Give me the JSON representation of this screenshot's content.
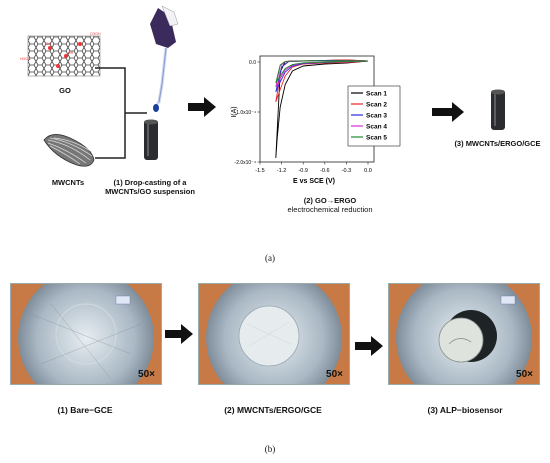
{
  "panel_a": {
    "caption": "(a)",
    "go_label": "GO",
    "mwcnt_label": "MWCNTs",
    "step1_line1": "(1) Drop-casting of a",
    "step1_line2": "MWCNTs/GO suspension",
    "step2_line1": "(2) GO→ERGO",
    "step2_line2": "electrochemical reduction",
    "step3_label": "(3) MWCNTs/ERGO/GCE",
    "go_group_labels": [
      "COOH",
      "HOOC",
      "OH",
      "OH"
    ]
  },
  "panel_b": {
    "caption": "(b)",
    "labels": [
      "(1) Bare−GCE",
      "(2) MWCNTs/ERGO/GCE",
      "(3) ALP−biosensor"
    ],
    "magnification": "50×"
  },
  "chart_data": {
    "type": "line",
    "xlabel": "E vs SCE (V)",
    "ylabel": "I(A)",
    "xlim": [
      -1.5,
      0.0
    ],
    "ylim": [
      -0.0002,
      0.0
    ],
    "xticks": [
      "-1.5",
      "-1.2",
      "-0.9",
      "-0.6",
      "-0.3",
      "0.0"
    ],
    "yticks": [
      "0.0",
      "-1.0x10⁻⁴",
      "-2.0x10⁻⁴"
    ],
    "legend_position": "right",
    "series": [
      {
        "name": "Scan 1",
        "color": "#000000",
        "forward": [
          [
            -1.28,
            -0.000192
          ],
          [
            -1.26,
            -0.00015
          ],
          [
            -1.22,
            -9e-05
          ],
          [
            -1.15,
            -4.5e-05
          ],
          [
            -1.05,
            -1.8e-05
          ],
          [
            -0.9,
            -8e-06
          ],
          [
            -0.6,
            -4e-06
          ],
          [
            -0.3,
            -2e-06
          ],
          [
            0.0,
            2e-06
          ]
        ],
        "reverse": [
          [
            0.0,
            5e-06
          ],
          [
            -0.3,
            4e-06
          ],
          [
            -0.6,
            3e-06
          ],
          [
            -0.9,
            2e-06
          ],
          [
            -1.05,
            1.5e-06
          ],
          [
            -1.15,
            1e-06
          ],
          [
            -1.22,
            -2e-05
          ],
          [
            -1.28,
            -0.000192
          ]
        ]
      },
      {
        "name": "Scan 2",
        "color": "#e8262c",
        "forward": [
          [
            -1.28,
            -8e-05
          ],
          [
            -1.22,
            -5.5e-05
          ],
          [
            -1.15,
            -2.8e-05
          ],
          [
            -1.05,
            -1e-05
          ],
          [
            -0.9,
            -4e-06
          ],
          [
            -0.6,
            -2e-06
          ],
          [
            -0.3,
            -1e-06
          ],
          [
            0.0,
            2e-06
          ]
        ],
        "reverse": [
          [
            0.0,
            4e-06
          ],
          [
            -0.3,
            4e-06
          ],
          [
            -0.6,
            3e-06
          ],
          [
            -0.9,
            2.5e-06
          ],
          [
            -1.1,
            2e-06
          ],
          [
            -1.2,
            -1e-05
          ],
          [
            -1.28,
            -8e-05
          ]
        ]
      },
      {
        "name": "Scan 3",
        "color": "#2a2ad8",
        "forward": [
          [
            -1.28,
            -6e-05
          ],
          [
            -1.22,
            -4e-05
          ],
          [
            -1.15,
            -2e-05
          ],
          [
            -1.05,
            -8e-06
          ],
          [
            -0.9,
            -3e-06
          ],
          [
            -0.6,
            -1e-06
          ],
          [
            0.0,
            2e-06
          ]
        ],
        "reverse": [
          [
            0.0,
            4e-06
          ],
          [
            -0.6,
            3e-06
          ],
          [
            -0.9,
            2e-06
          ],
          [
            -1.1,
            1e-06
          ],
          [
            -1.2,
            -1e-05
          ],
          [
            -1.28,
            -6e-05
          ]
        ]
      },
      {
        "name": "Scan 4",
        "color": "#d531d5",
        "forward": [
          [
            -1.28,
            -5e-05
          ],
          [
            -1.22,
            -3.3e-05
          ],
          [
            -1.15,
            -1.6e-05
          ],
          [
            -1.05,
            -6e-06
          ],
          [
            -0.9,
            -2e-06
          ],
          [
            0.0,
            2e-06
          ]
        ],
        "reverse": [
          [
            0.0,
            4e-06
          ],
          [
            -0.9,
            2e-06
          ],
          [
            -1.15,
            1e-06
          ],
          [
            -1.22,
            -8e-06
          ],
          [
            -1.28,
            -5e-05
          ]
        ]
      },
      {
        "name": "Scan 5",
        "color": "#1f8a2e",
        "forward": [
          [
            -1.28,
            -4.2e-05
          ],
          [
            -1.22,
            -2.8e-05
          ],
          [
            -1.15,
            -1.3e-05
          ],
          [
            -1.05,
            -5e-06
          ],
          [
            -0.9,
            -1.5e-06
          ],
          [
            0.0,
            2e-06
          ]
        ],
        "reverse": [
          [
            0.0,
            4.5e-06
          ],
          [
            -0.9,
            2.5e-06
          ],
          [
            -1.15,
            1.2e-06
          ],
          [
            -1.22,
            -6e-06
          ],
          [
            -1.28,
            -4.2e-05
          ]
        ]
      }
    ]
  }
}
